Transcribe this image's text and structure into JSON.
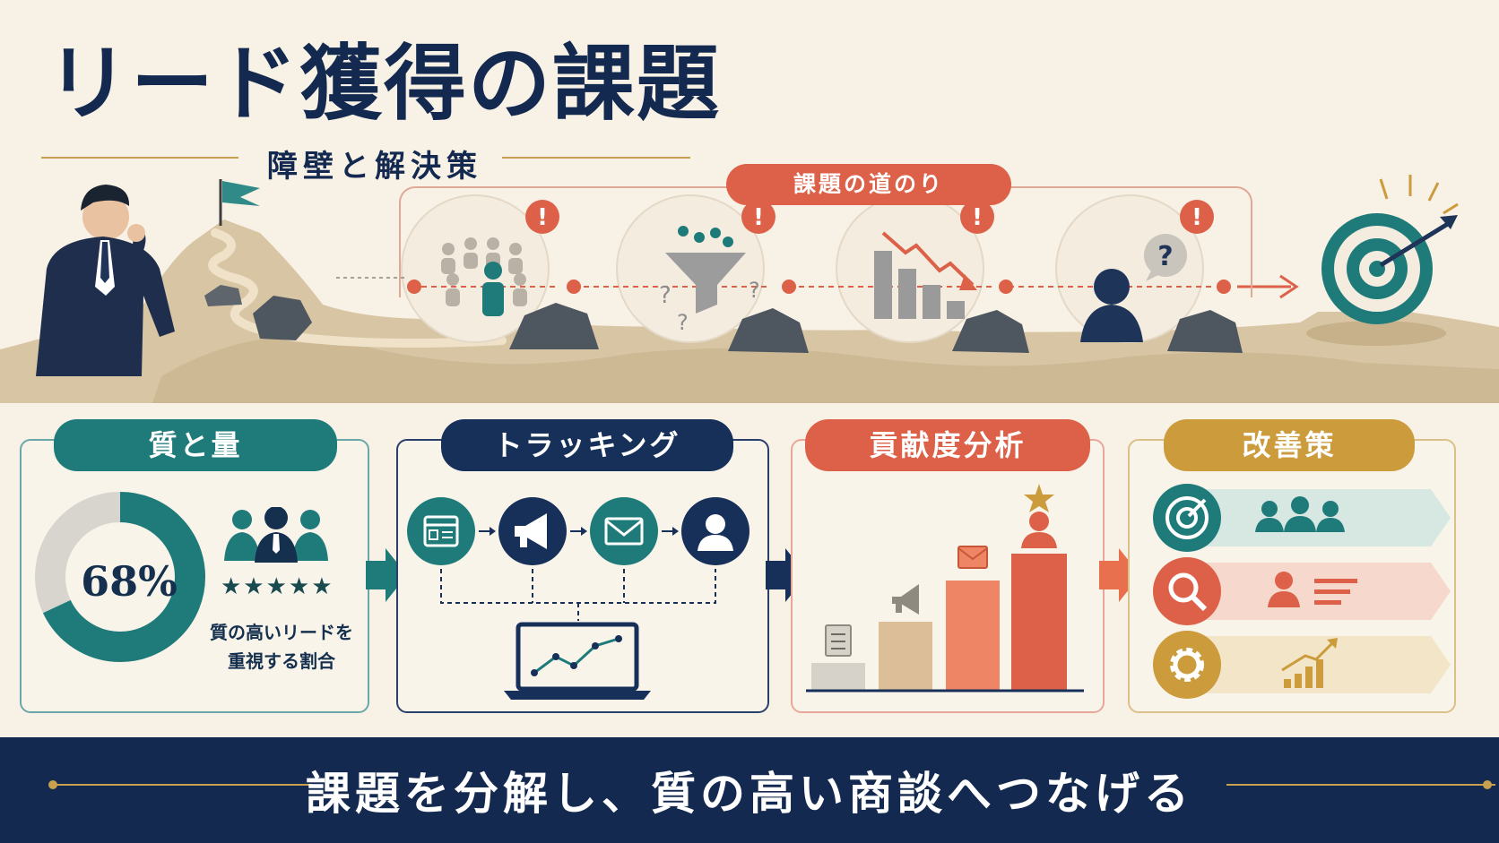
{
  "header": {
    "title": "リード獲得の課題",
    "subtitle": "障壁と解決策"
  },
  "journey": {
    "label": "課題の道のり"
  },
  "sections": [
    {
      "id": "quality",
      "label": "質と量",
      "color": "#1e7b7a"
    },
    {
      "id": "tracking",
      "label": "トラッキング",
      "color": "#16305a"
    },
    {
      "id": "attribution",
      "label": "貢献度分析",
      "color": "#dc6148"
    },
    {
      "id": "improvement",
      "label": "改善策",
      "color": "#cb9b3c"
    }
  ],
  "quality": {
    "percent_label": "68%",
    "percent_value": 68,
    "stars": "★★★★★",
    "description": "質の高いリードを重視する割合"
  },
  "banner": {
    "text": "課題を分解し、質の高い商談へつなげる"
  },
  "colors": {
    "navy": "#13294f",
    "teal": "#1e7b7a",
    "coral": "#dc6148",
    "gold": "#cb9b3c",
    "cream": "#f8f1e5",
    "sand": "#d7c3a1"
  }
}
